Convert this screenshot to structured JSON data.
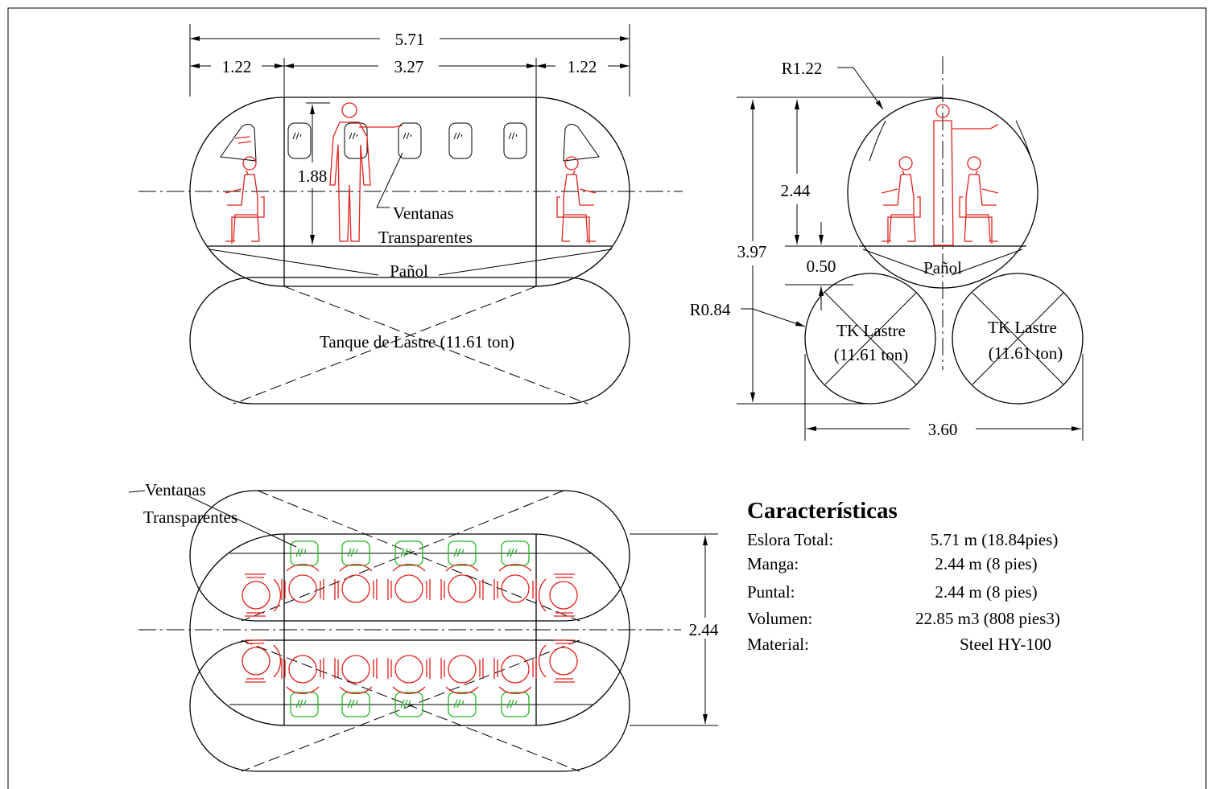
{
  "colors": {
    "figures": "#e0201a",
    "windows_plan": "#22b822",
    "lines": "#000000"
  },
  "side_view": {
    "dims": {
      "overall": "5.71",
      "end_left": "1.22",
      "middle": "3.27",
      "end_right": "1.22",
      "height": "1.88"
    },
    "labels": {
      "windows_line1": "Ventanas",
      "windows_line2": "Transparentes",
      "locker": "Pañol",
      "ballast_tank": "Tanque de Lastre (11.61 ton)"
    }
  },
  "section_view": {
    "dims": {
      "radius_hull": "R1.22",
      "height_inner": "2.44",
      "height_total": "3.97",
      "floor": "0.50",
      "radius_tank": "R0.84",
      "beam": "3.60"
    },
    "labels": {
      "locker": "Pañol",
      "tank_left_1": "TK Lastre",
      "tank_left_2": "(11.61 ton)",
      "tank_right_1": "TK Lastre",
      "tank_right_2": "(11.61 ton)"
    }
  },
  "plan_view": {
    "labels": {
      "windows_line1": "Ventanas",
      "windows_line2": "Transparentes"
    },
    "dims": {
      "width": "2.44"
    }
  },
  "specs": {
    "title": "Características",
    "rows": [
      {
        "label": "Eslora Total:",
        "value": "5.71 m (18.84pies)"
      },
      {
        "label": "Manga:",
        "value": "2.44 m (8 pies)"
      },
      {
        "label": "Puntal:",
        "value": "2.44 m (8 pies)"
      },
      {
        "label": "Volumen:",
        "value": "22.85 m3 (808 pies3)"
      },
      {
        "label": "Material:",
        "value": "Steel HY-100"
      }
    ]
  }
}
